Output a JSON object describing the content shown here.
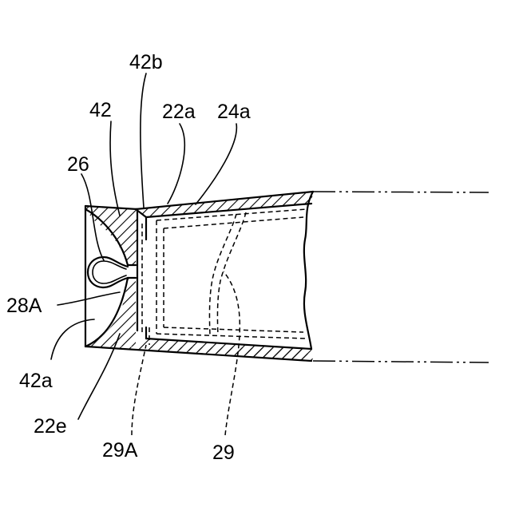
{
  "figure": {
    "ink_color": "#000000",
    "background": "#ffffff",
    "labels": {
      "l42b": "42b",
      "l42": "42",
      "l22a": "22a",
      "l24a": "24a",
      "l26": "26",
      "l28A": "28A",
      "l42a": "42a",
      "l22e": "22e",
      "l29A": "29A",
      "l29": "29"
    }
  }
}
